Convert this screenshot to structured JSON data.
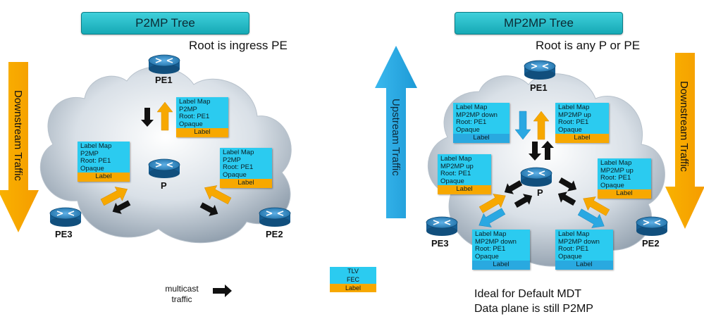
{
  "p2mp": {
    "title": "P2MP Tree",
    "subtitle": "Root is ingress PE",
    "side_label": "Downstream Traffic",
    "routers": {
      "pe1": "PE1",
      "p": "P",
      "pe2": "PE2",
      "pe3": "PE3"
    },
    "msg_top": {
      "lines": [
        "Label Map",
        "P2MP",
        "Root: PE1",
        "Opaque"
      ],
      "label": "Label"
    },
    "msg_left": {
      "lines": [
        "Label Map",
        "P2MP",
        "Root: PE1",
        "Opaque"
      ],
      "label": "Label"
    },
    "msg_right": {
      "lines": [
        "Label Map",
        "P2MP",
        "Root: PE1",
        "Opaque"
      ],
      "label": "Label"
    }
  },
  "mp2mp": {
    "title": "MP2MP Tree",
    "subtitle": "Root is any P or PE",
    "side_label": "Downstream Traffic",
    "upstream_label": "Upstream Traffic",
    "routers": {
      "pe1": "PE1",
      "p": "P",
      "pe2": "PE2",
      "pe3": "PE3"
    },
    "msg_pe1_down": {
      "lines": [
        "Label Map",
        "MP2MP down",
        "Root: PE1",
        "Opaque"
      ],
      "label": "Label"
    },
    "msg_pe1_up": {
      "lines": [
        "Label Map",
        "MP2MP up",
        "Root: PE1",
        "Opaque"
      ],
      "label": "Label"
    },
    "msg_left_up": {
      "lines": [
        "Label Map",
        "MP2MP up",
        "Root: PE1",
        "Opaque"
      ],
      "label": "Label"
    },
    "msg_right_up": {
      "lines": [
        "Label Map",
        "MP2MP up",
        "Root: PE1",
        "Opaque"
      ],
      "label": "Label"
    },
    "msg_left_down": {
      "lines": [
        "Label Map",
        "MP2MP down",
        "Root: PE1",
        "Opaque"
      ],
      "label": "Label"
    },
    "msg_right_down": {
      "lines": [
        "Label Map",
        "MP2MP down",
        "Root: PE1",
        "Opaque"
      ],
      "label": "Label"
    },
    "footnote1": "Ideal for Default MDT",
    "footnote2": "Data plane is still P2MP"
  },
  "legend": {
    "multicast_label": "multicast traffic",
    "tlv": "TLV",
    "fec": "FEC",
    "label": "Label"
  },
  "colors": {
    "title_fill": "#29c3cf",
    "tlv_blue": "#2bcbf0",
    "label_orange": "#f7a800",
    "label_blue": "#29a9e0",
    "arrow_orange": "#f7a800",
    "arrow_blue": "#29a9e0",
    "arrow_black": "#111111",
    "router": "#1b6fa8"
  }
}
